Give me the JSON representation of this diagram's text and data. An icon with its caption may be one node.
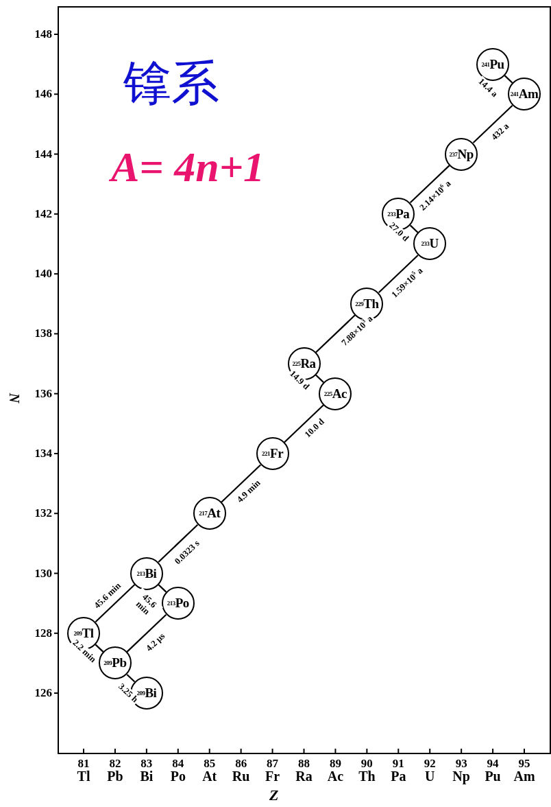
{
  "diagram": {
    "title": "镎系",
    "nodes": [
      {
        "text": [
          "$^{241}$Pu"
        ]
      },
      {
        "text": [
          "$^{241}$Am"
        ]
      },
      {
        "text": [
          "$^{237}$Np"
        ]
      },
      {
        "text": [
          "$^{233}$Pa"
        ]
      },
      {
        "text": [
          "$^{233}$U"
        ]
      },
      {
        "text": [
          "$^{229}$Th"
        ]
      },
      {
        "text": [
          "$^{225}$Ra"
        ]
      },
      {
        "text": [
          "$^{225}$Ac"
        ]
      },
      {
        "text": [
          "$^{221}$Fr"
        ]
      },
      {
        "text": [
          "$^{217}$At"
        ]
      },
      {
        "text": [
          "$^{213}$Bi"
        ]
      },
      {
        "text": [
          "$^{213}$Po"
        ]
      },
      {
        "text": [
          "$^{209}$Tl"
        ]
      },
      {
        "text": [
          "$^{209}$Pb"
        ]
      },
      {
        "text": [
          "$^{209}$Bi"
        ]
      }
    ],
    "edges": [
      {
        "from": 0,
        "to": 1,
        "arrow": "none",
        "label": "14.4 a"
      },
      {
        "from": 1,
        "to": 2,
        "arrow": "none",
        "label": "432 a"
      },
      {
        "from": 2,
        "to": 3,
        "arrow": "none",
        "label": "2.14×10$^{6}$ a"
      },
      {
        "from": 3,
        "to": 4,
        "arrow": "none",
        "label": "27.0 d"
      },
      {
        "from": 4,
        "to": 5,
        "arrow": "none",
        "label": "1.59×10$^{5}$ a"
      },
      {
        "from": 5,
        "to": 6,
        "arrow": "none",
        "label": "7.88×10$^{3}$ a"
      },
      {
        "from": 6,
        "to": 7,
        "arrow": "none",
        "label": "14.9 d"
      },
      {
        "from": 7,
        "to": 8,
        "arrow": "none",
        "label": "10.0 d"
      },
      {
        "from": 8,
        "to": 9,
        "arrow": "none",
        "label": "4.9 min"
      },
      {
        "from": 9,
        "to": 10,
        "arrow": "none",
        "label": "0.0323 s"
      },
      {
        "from": 10,
        "to": 12,
        "arrow": "none",
        "label": "45.6 min"
      },
      {
        "from": 10,
        "to": 11,
        "arrow": "none",
        "label": "45.6 min"
      },
      {
        "from": 12,
        "to": 13,
        "arrow": "none",
        "label": "2.2 min"
      },
      {
        "from": 11,
        "to": 13,
        "arrow": "none",
        "label": "4.2 μs"
      },
      {
        "from": 13,
        "to": 14,
        "arrow": "none",
        "label": "3.25 h"
      }
    ],
    "labels": [
      "A= 4n+1",
      "148",
      "146",
      "144",
      "142",
      "140",
      "138",
      "136",
      "134",
      "132",
      "130",
      "128",
      "126",
      "N",
      "81",
      "Tl",
      "82",
      "Pb",
      "83",
      "Bi",
      "84",
      "Po",
      "85",
      "At",
      "86",
      "Ru",
      "87",
      "Fr",
      "88",
      "Ra",
      "89",
      "Ac",
      "90",
      "Th",
      "91",
      "Pa",
      "92",
      "U",
      "93",
      "Np",
      "94",
      "Pu",
      "95",
      "Am",
      "Z"
    ]
  }
}
